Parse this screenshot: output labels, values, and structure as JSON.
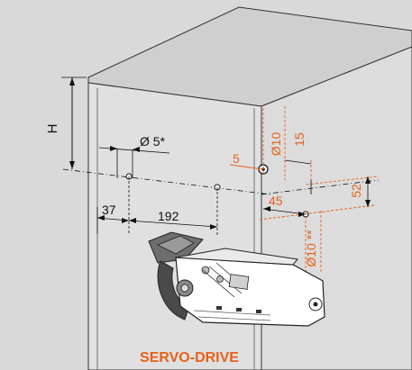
{
  "diagram": {
    "product_label": "SERVO-DRIVE",
    "dimensions": {
      "height_label": "H",
      "hole_diameter_label": "Ø 5*",
      "d37": "37",
      "d192": "192",
      "d5": "5",
      "dia10_top": "Ø10",
      "d15": "15",
      "d45": "45",
      "d52": "52",
      "dia10_bottom": "Ø10 **"
    }
  },
  "colors": {
    "background": "#d9d9d9",
    "panel_front": "#e2e2e2",
    "panel_top": "#d4d4d4",
    "accent_orange": "#e8611c",
    "line": "#1a1a1a",
    "device_body": "#ffffff",
    "device_dark": "#3a3a3a"
  }
}
